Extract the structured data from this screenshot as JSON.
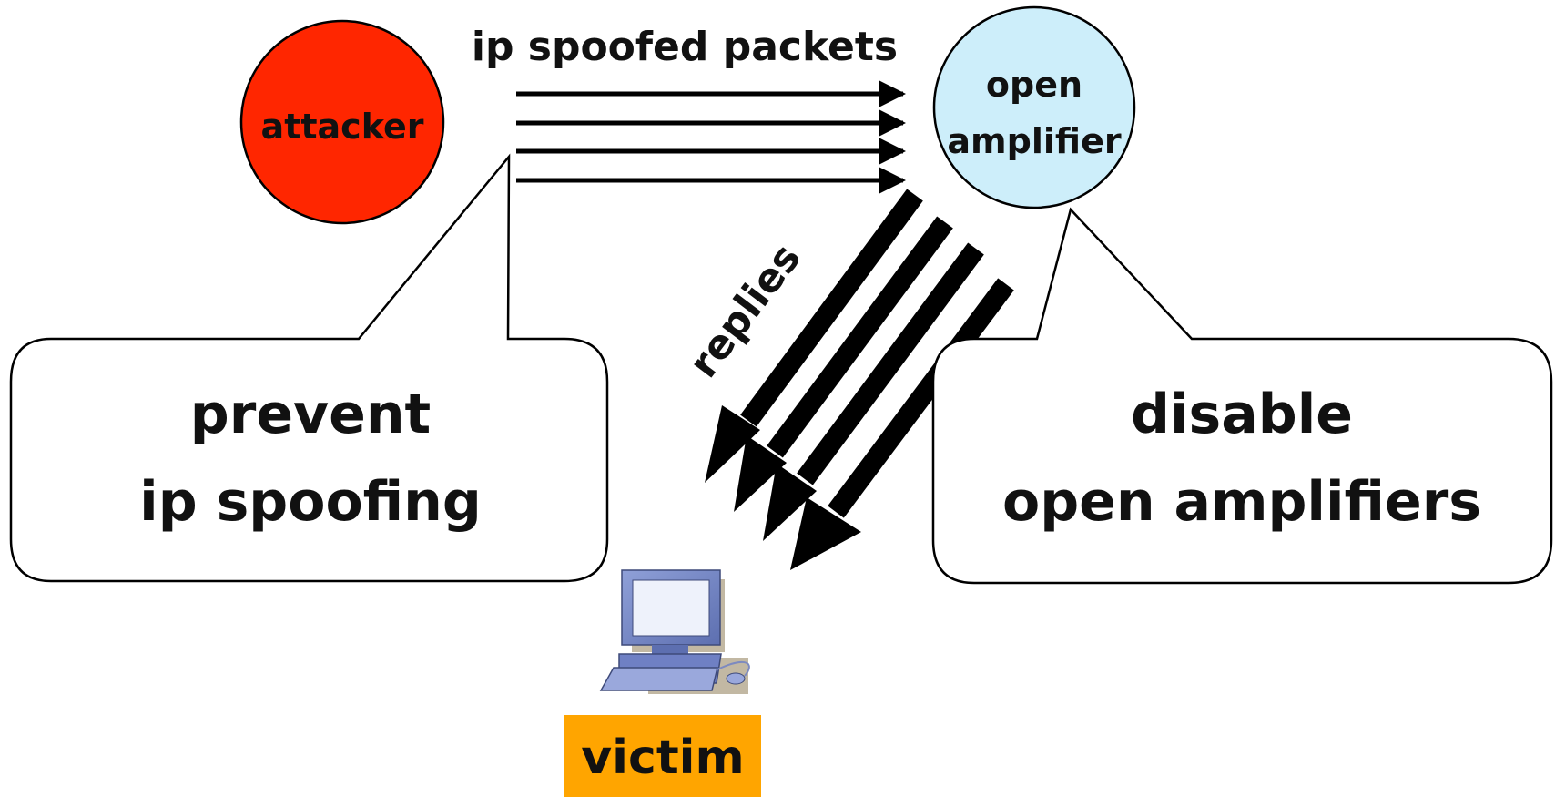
{
  "title": "ip spoofed packets",
  "nodes": {
    "attacker": {
      "label": "attacker",
      "fill": "#ff2600"
    },
    "amplifier": {
      "label_line1": "open",
      "label_line2": "amplifier",
      "fill": "#cdeefa"
    },
    "victim": {
      "label": "victim",
      "label_bg": "#ffa500"
    }
  },
  "replies_label": "replies",
  "callouts": {
    "left": {
      "line1": "prevent",
      "line2": "ip spoofing"
    },
    "right": {
      "line1": "disable",
      "line2": "open amplifiers"
    }
  }
}
